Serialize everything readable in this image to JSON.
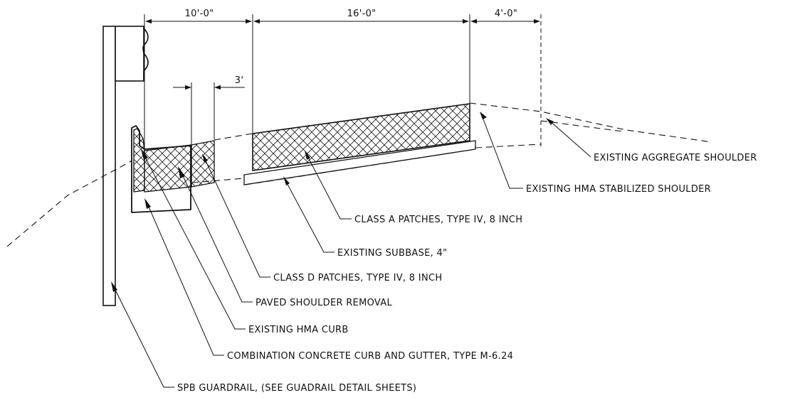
{
  "dimensions": {
    "dim_10ft": "10'-0\"",
    "dim_16ft": "16'-0\"",
    "dim_4ft": "4'-0\"",
    "dim_3ft": "3'"
  },
  "callouts": {
    "aggregate_shoulder": "EXISTING AGGREGATE SHOULDER",
    "hma_stabilized_shoulder": "EXISTING HMA STABILIZED SHOULDER",
    "class_a_patches": "CLASS A PATCHES, TYPE IV, 8 INCH",
    "existing_subbase": "EXISTING SUBBASE, 4\"",
    "class_d_patches": "CLASS D PATCHES, TYPE IV, 8 INCH",
    "paved_shoulder_removal": "PAVED SHOULDER REMOVAL",
    "existing_hma_curb": "EXISTING HMA CURB",
    "curb_and_gutter": "COMBINATION CONCRETE CURB AND GUTTER, TYPE M-6.24",
    "spb_guardrail": "SPB GUARDRAIL, (SEE GUADRAIL DETAIL SHEETS)"
  },
  "colors": {
    "line": "#111111",
    "hatch": "#222222",
    "background": "#ffffff"
  }
}
